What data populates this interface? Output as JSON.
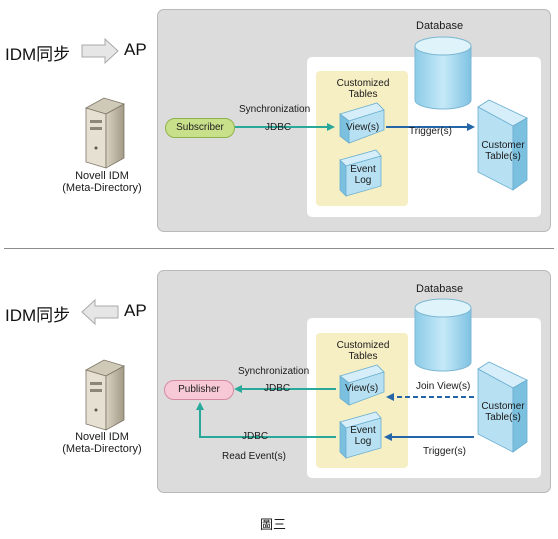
{
  "top": {
    "header_left": "IDM同步",
    "header_right": "AP",
    "database_label": "Database",
    "customized_tables_line1": "Customized",
    "customized_tables_line2": "Tables",
    "subscriber_label": "Subscriber",
    "sync_label": "Synchronization",
    "jdbc_label": "JDBC",
    "views_label": "View(s)",
    "event_log_line1": "Event",
    "event_log_line2": "Log",
    "trigger_label": "Trigger(s)",
    "customer_table_line1": "Customer",
    "customer_table_line2": "Table(s)",
    "server_line1": "Novell IDM",
    "server_line2": "(Meta-Directory)"
  },
  "bottom": {
    "header_left": "IDM同步",
    "header_right": "AP",
    "database_label": "Database",
    "customized_tables_line1": "Customized",
    "customized_tables_line2": "Tables",
    "publisher_label": "Publisher",
    "sync_label": "Synchronization",
    "jdbc_label_1": "JDBC",
    "jdbc_label_2": "JDBC",
    "read_events_label": "Read Event(s)",
    "views_label": "View(s)",
    "join_views_label": "Join View(s)",
    "event_log_line1": "Event",
    "event_log_line2": "Log",
    "trigger_label": "Trigger(s)",
    "customer_table_line1": "Customer",
    "customer_table_line2": "Table(s)",
    "server_line1": "Novell IDM",
    "server_line2": "(Meta-Directory)"
  },
  "caption": "圖三",
  "colors": {
    "panel": "#dcdcdc",
    "yellow": "#f7efc4",
    "cylinder": "#9fd6ef",
    "teal_arrow": "#2aa89a",
    "blue_arrow": "#2566a8",
    "subscriber_fill": "#c8e08a",
    "publisher_fill": "#f7c8d6"
  }
}
